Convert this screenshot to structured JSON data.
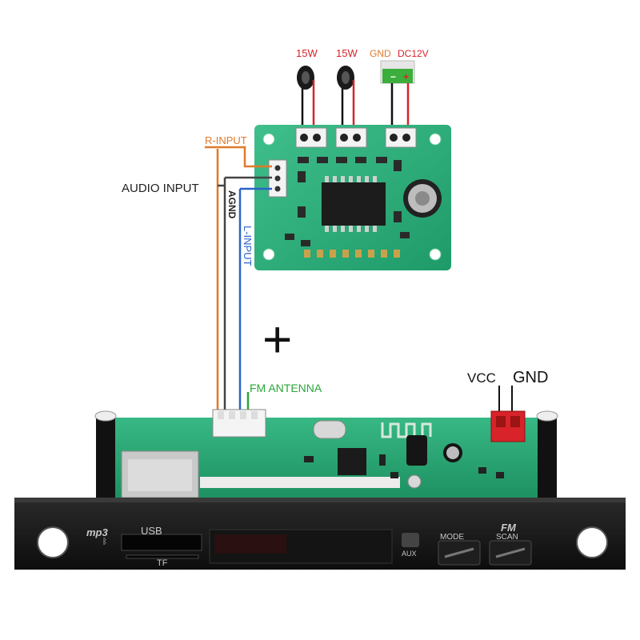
{
  "amp_board": {
    "top_labels": {
      "speaker_left": "15W",
      "speaker_right": "15W",
      "gnd": "GND",
      "dc": "DC12V"
    },
    "terminal_signs": {
      "minus": "−",
      "plus": "+"
    },
    "inputs": {
      "r_input": "R-INPUT",
      "agnd": "AGND",
      "l_input": "L-INPUT",
      "audio_input": "AUDIO INPUT"
    }
  },
  "plus_sign": "+",
  "mp3_module": {
    "fm_antenna": "FM ANTENNA",
    "vcc": "VCC",
    "gnd": "GND",
    "front_panel": {
      "logo": "mp3",
      "usb": "USB",
      "tf": "TF",
      "aux": "AUX",
      "mode": "MODE",
      "scan": "SCAN",
      "fm": "FM"
    }
  },
  "colors": {
    "pcb_green": "#1f9d6b",
    "wire_orange": "#e07a2a",
    "wire_blue": "#2a62c9",
    "wire_red": "#d8232a",
    "label_red": "#d8232a",
    "label_green": "#2aa63a",
    "label_orange": "#e07a2a",
    "label_blue": "#2a62c9"
  }
}
